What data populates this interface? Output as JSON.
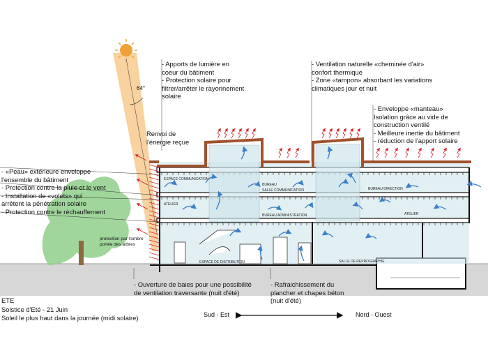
{
  "colors": {
    "sun": "#f0a23a",
    "sun_ray": "#f6c37f",
    "roof": "#a0522d",
    "glass": "#cfe6ec",
    "air_arrow": "#3b7fc8",
    "heat_arrow": "#d6262b",
    "tree": "#8fcf8a",
    "ground": "#d7d7d7"
  },
  "icons": {
    "sun": "sun-icon",
    "tree": "tree-icon",
    "direction": "double-arrow-icon"
  },
  "sun_angle": "64°",
  "annotations": {
    "renvoi": [
      "Renvoi de",
      "l'énergie reçue"
    ],
    "top_left": [
      "- Apports de lumière en",
      "  coeur du bâtiment",
      "- Protection solaire pour",
      "  filtrer/arrêter le rayonnement",
      "  solaire"
    ],
    "top_right": [
      "- Ventilation naturelle «cheminée d'air»",
      "  confort thermique",
      "- Zone «tampon» absorbant les variations",
      "  climatiques jour et nuit"
    ],
    "right": [
      "- Enveloppe «manteau»",
      "  Isolation grâce au vide de",
      "  construction ventilé",
      "- Meilleure inertie du bâtiment",
      "- réduction de l'apport solaire"
    ],
    "left": [
      "- «Peau» extérieure enveloppe",
      "  l'ensemble du bâtiment",
      "- Protection contre la pluie et le vent",
      "- Installation de «volets» qui",
      "  arrêtent la pénétration solaire",
      "- Protection contre le réchauffement"
    ],
    "shade": [
      "protection par l'ombre",
      "portée des arbres"
    ],
    "bottom_left": [
      "- Ouverture de baies pour une possibilité",
      "  de ventilation traversante (nuit d'été)"
    ],
    "bottom_right": [
      "- Rafraichissement du",
      "  plancher et chapes béton",
      "  (nuit d'été)"
    ],
    "season": [
      "ETE",
      "Solstice d'Eté - 21 Juin",
      "Soleil le plus haut dans la journée (midi solaire)"
    ]
  },
  "orientation": {
    "left": "Sud - Est",
    "right": "Nord - Ouest"
  },
  "room_labels": [
    "ESPACE COMMUNICATION",
    "ATELIER",
    "BUREAU",
    "SALLE COMMUNICATION",
    "BUREAU ADMINISTRATION",
    "BUREAU DIRECTION",
    "ATELIER",
    "SALLE DE REPROGRAPHIE",
    "ESPACE DE DISTRIBUTION"
  ]
}
